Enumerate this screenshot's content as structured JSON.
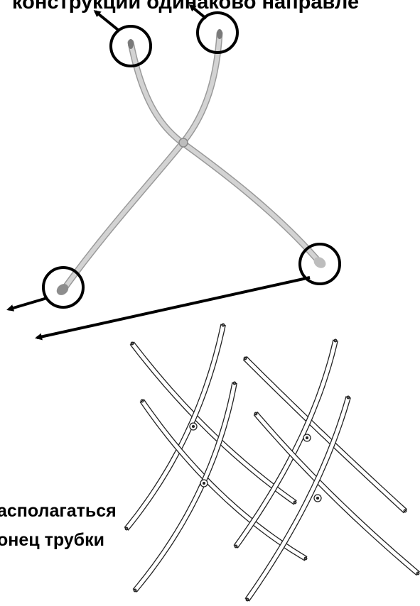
{
  "captions": {
    "top": "конструкции одинаково направле",
    "bottom_line1": "асполагаться",
    "bottom_line2": "онец трубки"
  },
  "colors": {
    "text": "#000000",
    "tube": "#c9c9c9",
    "tube_edge": "#9a9a9a",
    "outline": "#1a1a1a"
  },
  "icons": {
    "photo_tube": "bent-tube-icon",
    "highlight": "circle-highlight-icon",
    "arrow": "arrow-icon"
  }
}
